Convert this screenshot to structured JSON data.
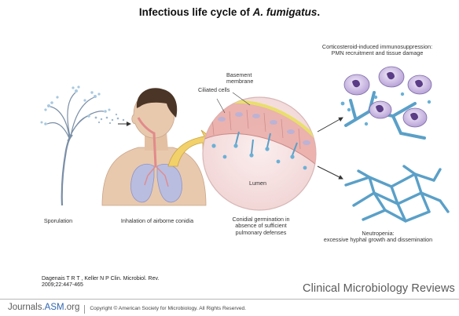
{
  "title": {
    "prefix": "Infectious life cycle of ",
    "species": "A. fumigatus",
    "suffix": "."
  },
  "labels": {
    "sporulation": "Sporulation",
    "inhalation": "Inhalation of airborne conidia",
    "ciliated_cells": "Ciliated cells",
    "basement_membrane": "Basement\nmembrane",
    "lumen": "Lumen",
    "germination": "Conidial germination in\nabsence of sufficient\npulmonary defenses",
    "corticosteroid": "Corticosteroid-induced immunosuppression:\nPMN recruitment and tissue damage",
    "neutropenia": "Neutropenia:\nexcessive hyphal growth and dissemination"
  },
  "citation": {
    "line1": "Dagenais T R T , Keller N P Clin. Microbiol. Rev.",
    "line2": "2009;22:447-465"
  },
  "journal_name": "Clinical Microbiology Reviews",
  "footer": {
    "site_prefix": "Journals.",
    "site_brand": "ASM",
    "site_suffix": ".org",
    "copyright": "Copyright © American Society for Microbiology. All Rights Reserved."
  },
  "colors": {
    "skin": "#e8c9ae",
    "hair": "#4a3526",
    "lung": "#b9bde0",
    "airway": "#e28a8a",
    "epithelium": "#e8a9a6",
    "membrane": "#e8df6c",
    "hyphae": "#5aa0c8",
    "conidia": "#6ab0d6",
    "neutrophil": "#c9b2e0",
    "arrow": "#f2d16b"
  }
}
